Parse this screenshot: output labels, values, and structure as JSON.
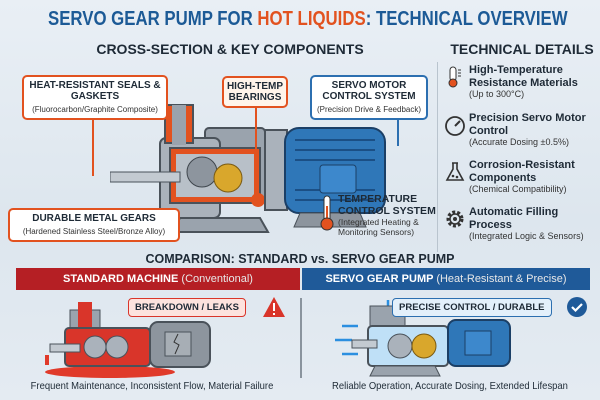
{
  "title": {
    "part1": "SERVO GEAR PUMP FOR ",
    "highlight": "HOT LIQUIDS",
    "part2": ": TECHNICAL OVERVIEW"
  },
  "cross_section": {
    "heading": "CROSS-SECTION & KEY COMPONENTS",
    "callouts": [
      {
        "title": "HEAT-RESISTANT SEALS & GASKETS",
        "sub": "(Fluorocarbon/Graphite Composite)"
      },
      {
        "title": "HIGH-TEMP BEARINGS",
        "sub": ""
      },
      {
        "title": "SERVO MOTOR CONTROL SYSTEM",
        "sub": "(Precision Drive & Feedback)"
      },
      {
        "title": "DURABLE METAL GEARS",
        "sub": "(Hardened Stainless Steel/Bronze Alloy)"
      },
      {
        "title": "TEMPERATURE CONTROL SYSTEM",
        "sub": "(Integrated Heating & Monitoring Sensors)"
      }
    ]
  },
  "technical_details": {
    "heading": "TECHNICAL DETAILS",
    "items": [
      {
        "icon": "thermometer-icon",
        "title": "High-Temperature Resistance Materials",
        "sub": "(Up to 300°C)"
      },
      {
        "icon": "gauge-icon",
        "title": "Precision Servo Motor Control",
        "sub": "(Accurate Dosing ±0.5%)"
      },
      {
        "icon": "flask-icon",
        "title": "Corrosion-Resistant Components",
        "sub": "(Chemical Compatibility)"
      },
      {
        "icon": "gear-icon",
        "title": "Automatic Filling Process",
        "sub": "(Integrated Logic & Sensors)"
      }
    ]
  },
  "comparison": {
    "heading": "COMPARISON: STANDARD vs. SERVO GEAR PUMP",
    "standard": {
      "label": "STANDARD MACHINE",
      "qualifier": "(Conventional)",
      "tag": "BREAKDOWN / LEAKS",
      "caption": "Frequent Maintenance, Inconsistent Flow, Material Failure",
      "color": "#b51f24"
    },
    "servo": {
      "label": "SERVO GEAR PUMP",
      "qualifier": "(Heat-Resistant & Precise)",
      "tag": "PRECISE CONTROL / DURABLE",
      "caption": "Reliable Operation, Accurate Dosing, Extended Lifespan",
      "color": "#1f5a99"
    }
  },
  "colors": {
    "title_blue": "#1c5a96",
    "accent_orange": "#e2521f",
    "motor_blue": "#2f77b8"
  }
}
